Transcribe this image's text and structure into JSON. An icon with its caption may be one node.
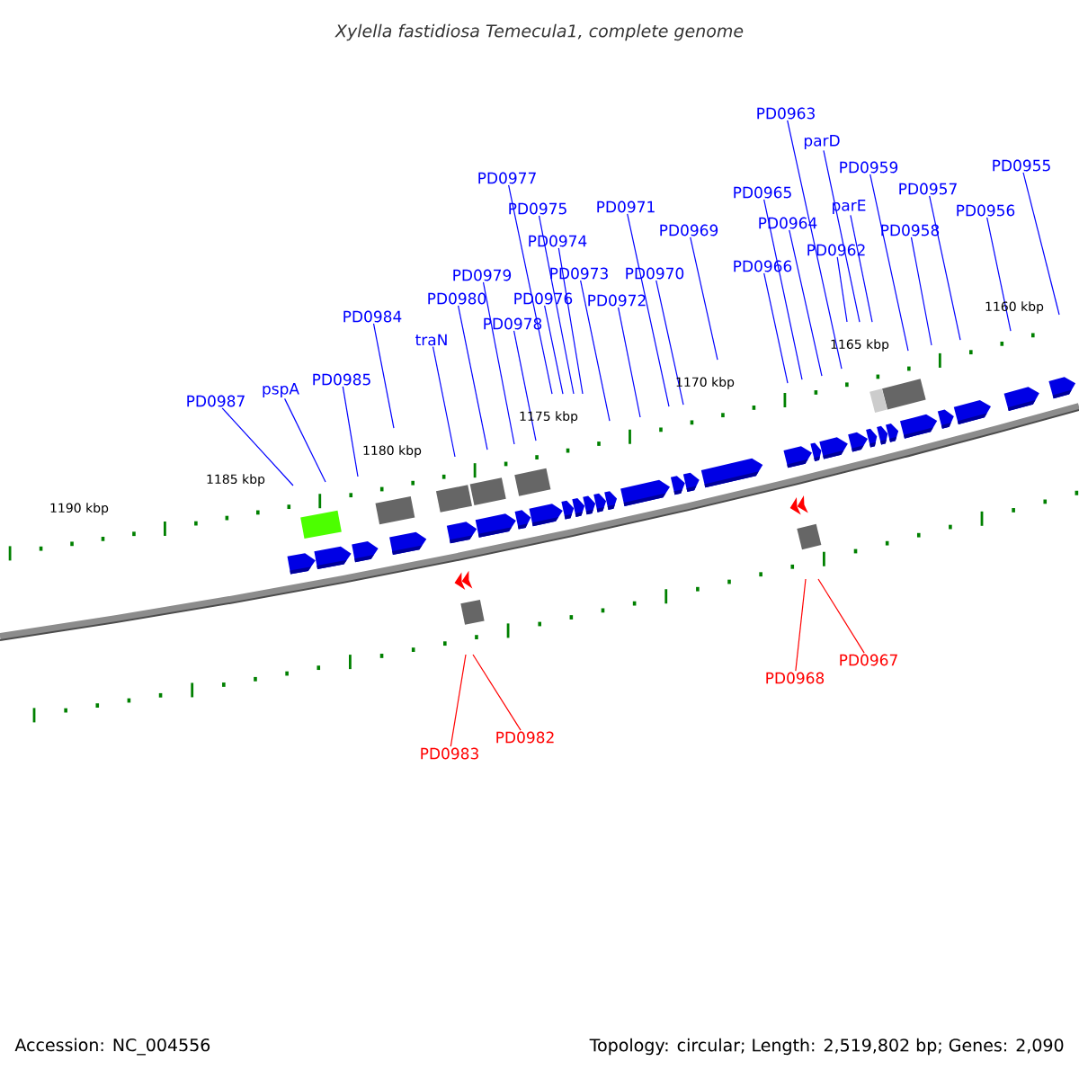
{
  "diagram": {
    "title": "Xylella fastidiosa Temecula1, complete genome",
    "nodes": [
      {
        "text": [
          "PD0987"
        ]
      },
      {
        "text": [
          "pspA"
        ]
      },
      {
        "text": [
          "PD0985"
        ]
      },
      {
        "text": [
          "PD0984"
        ]
      },
      {
        "text": [
          "traN"
        ]
      },
      {
        "text": [
          "PD0980"
        ]
      },
      {
        "text": [
          "PD0979"
        ]
      },
      {
        "text": [
          "PD0978"
        ]
      },
      {
        "text": [
          "PD0977"
        ]
      },
      {
        "text": [
          "PD0976"
        ]
      },
      {
        "text": [
          "PD0975"
        ]
      },
      {
        "text": [
          "PD0974"
        ]
      },
      {
        "text": [
          "PD0973"
        ]
      },
      {
        "text": [
          "PD0972"
        ]
      },
      {
        "text": [
          "PD0971"
        ]
      },
      {
        "text": [
          "PD0970"
        ]
      },
      {
        "text": [
          "PD0969"
        ]
      },
      {
        "text": [
          "PD0966"
        ]
      },
      {
        "text": [
          "PD0965"
        ]
      },
      {
        "text": [
          "PD0964"
        ]
      },
      {
        "text": [
          "PD0963"
        ]
      },
      {
        "text": [
          "PD0962"
        ]
      },
      {
        "text": [
          "parD"
        ]
      },
      {
        "text": [
          "parE"
        ]
      },
      {
        "text": [
          "PD0959"
        ]
      },
      {
        "text": [
          "PD0958"
        ]
      },
      {
        "text": [
          "PD0957"
        ]
      },
      {
        "text": [
          "PD0956"
        ]
      },
      {
        "text": [
          "PD0955"
        ]
      },
      {
        "text": [
          "PD0983"
        ]
      },
      {
        "text": [
          "PD0982"
        ]
      },
      {
        "text": [
          "PD0968"
        ]
      },
      {
        "text": [
          "PD0967"
        ]
      }
    ],
    "edges": [
      {
        "from": 0,
        "to": null,
        "arrow": "none"
      },
      {
        "from": 1,
        "to": null,
        "arrow": "none"
      },
      {
        "from": 2,
        "to": null,
        "arrow": "none"
      },
      {
        "from": 3,
        "to": null,
        "arrow": "none"
      },
      {
        "from": 4,
        "to": null,
        "arrow": "none"
      },
      {
        "from": 5,
        "to": null,
        "arrow": "none"
      },
      {
        "from": 6,
        "to": null,
        "arrow": "none"
      },
      {
        "from": 7,
        "to": null,
        "arrow": "none"
      },
      {
        "from": 8,
        "to": null,
        "arrow": "none"
      },
      {
        "from": 9,
        "to": null,
        "arrow": "none"
      },
      {
        "from": 10,
        "to": null,
        "arrow": "none"
      },
      {
        "from": 11,
        "to": null,
        "arrow": "none"
      },
      {
        "from": 12,
        "to": null,
        "arrow": "none"
      },
      {
        "from": 13,
        "to": null,
        "arrow": "none"
      },
      {
        "from": 14,
        "to": null,
        "arrow": "none"
      },
      {
        "from": 15,
        "to": null,
        "arrow": "none"
      },
      {
        "from": 16,
        "to": null,
        "arrow": "none"
      },
      {
        "from": 17,
        "to": null,
        "arrow": "none"
      },
      {
        "from": 18,
        "to": null,
        "arrow": "none"
      },
      {
        "from": 19,
        "to": null,
        "arrow": "none"
      },
      {
        "from": 20,
        "to": null,
        "arrow": "none"
      },
      {
        "from": 21,
        "to": null,
        "arrow": "none"
      },
      {
        "from": 22,
        "to": null,
        "arrow": "none"
      },
      {
        "from": 23,
        "to": null,
        "arrow": "none"
      },
      {
        "from": 24,
        "to": null,
        "arrow": "none"
      },
      {
        "from": 25,
        "to": null,
        "arrow": "none"
      },
      {
        "from": 26,
        "to": null,
        "arrow": "none"
      },
      {
        "from": 27,
        "to": null,
        "arrow": "none"
      },
      {
        "from": 28,
        "to": null,
        "arrow": "none"
      },
      {
        "from": 29,
        "to": null,
        "arrow": "none",
        "color": "#ff0000"
      },
      {
        "from": 30,
        "to": null,
        "arrow": "none",
        "color": "#ff0000"
      },
      {
        "from": 31,
        "to": null,
        "arrow": "none",
        "color": "#ff0000"
      },
      {
        "from": 32,
        "to": null,
        "arrow": "none",
        "color": "#ff0000"
      }
    ],
    "labels": [
      "1190 kbp",
      "1185 kbp",
      "1180 kbp",
      "1175 kbp",
      "1170 kbp",
      "1165 kbp",
      "1160 kbp",
      "Accession: NC_004556",
      "Topology: circular; Length: 2,519,802 bp; Genes: 2,090"
    ]
  }
}
